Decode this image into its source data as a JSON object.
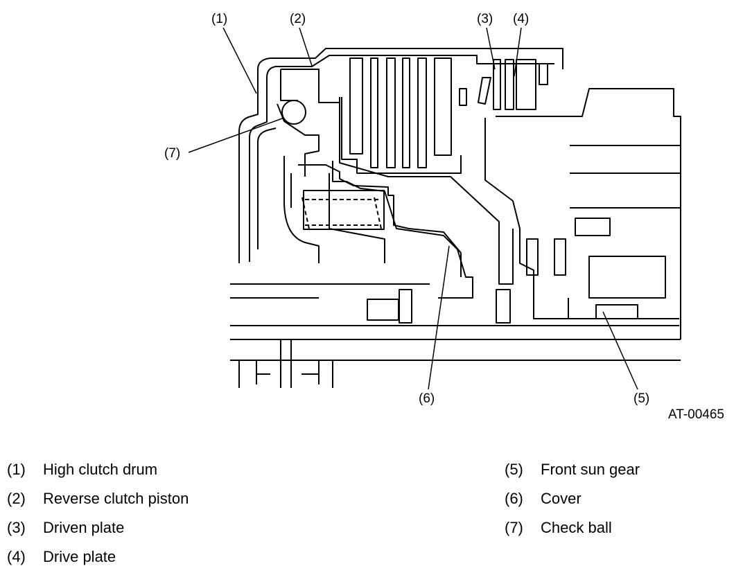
{
  "figure_code": "AT-00465",
  "callouts": [
    "(1)",
    "(2)",
    "(3)",
    "(4)",
    "(5)",
    "(6)",
    "(7)"
  ],
  "legend": [
    {
      "num": "(1)",
      "label": "High clutch drum"
    },
    {
      "num": "(2)",
      "label": "Reverse clutch piston"
    },
    {
      "num": "(3)",
      "label": "Driven plate"
    },
    {
      "num": "(4)",
      "label": "Drive plate"
    },
    {
      "num": "(5)",
      "label": "Front sun gear"
    },
    {
      "num": "(6)",
      "label": "Cover"
    },
    {
      "num": "(7)",
      "label": "Check ball"
    }
  ]
}
